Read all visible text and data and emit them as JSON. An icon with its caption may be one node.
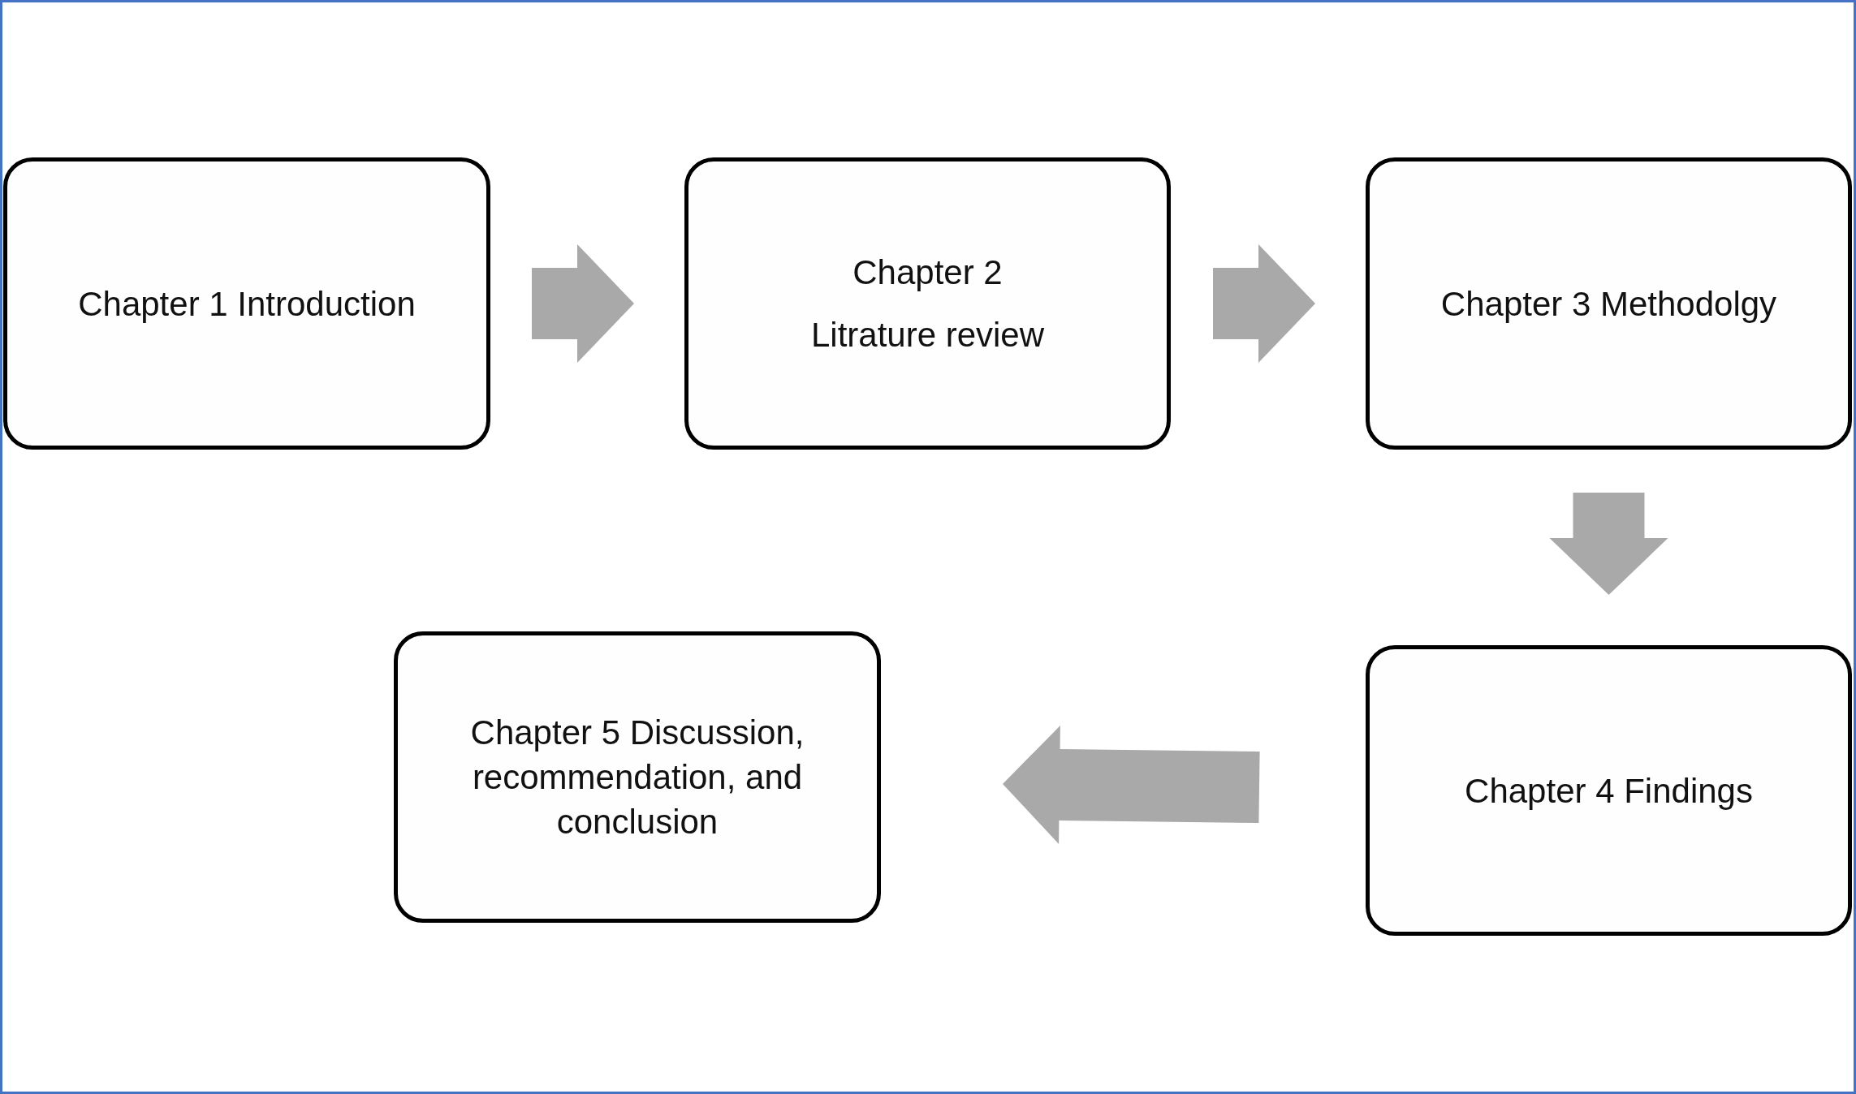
{
  "diagram": {
    "nodes": [
      {
        "text": [
          "Chapter 1 Introduction"
        ]
      },
      {
        "text": [
          "Chapter 2",
          "Litrature review"
        ]
      },
      {
        "text": [
          "Chapter 3 Methodolgy"
        ]
      },
      {
        "text": [
          "Chapter 4 Findings"
        ]
      },
      {
        "text": [
          "Chapter 5 Discussion, recommendation, and conclusion"
        ]
      }
    ],
    "edges": [
      {
        "from": 0,
        "to": 1,
        "arrow": "to"
      },
      {
        "from": 1,
        "to": 2,
        "arrow": "to"
      },
      {
        "from": 2,
        "to": 3,
        "arrow": "to"
      },
      {
        "from": 3,
        "to": 4,
        "arrow": "to"
      }
    ]
  }
}
